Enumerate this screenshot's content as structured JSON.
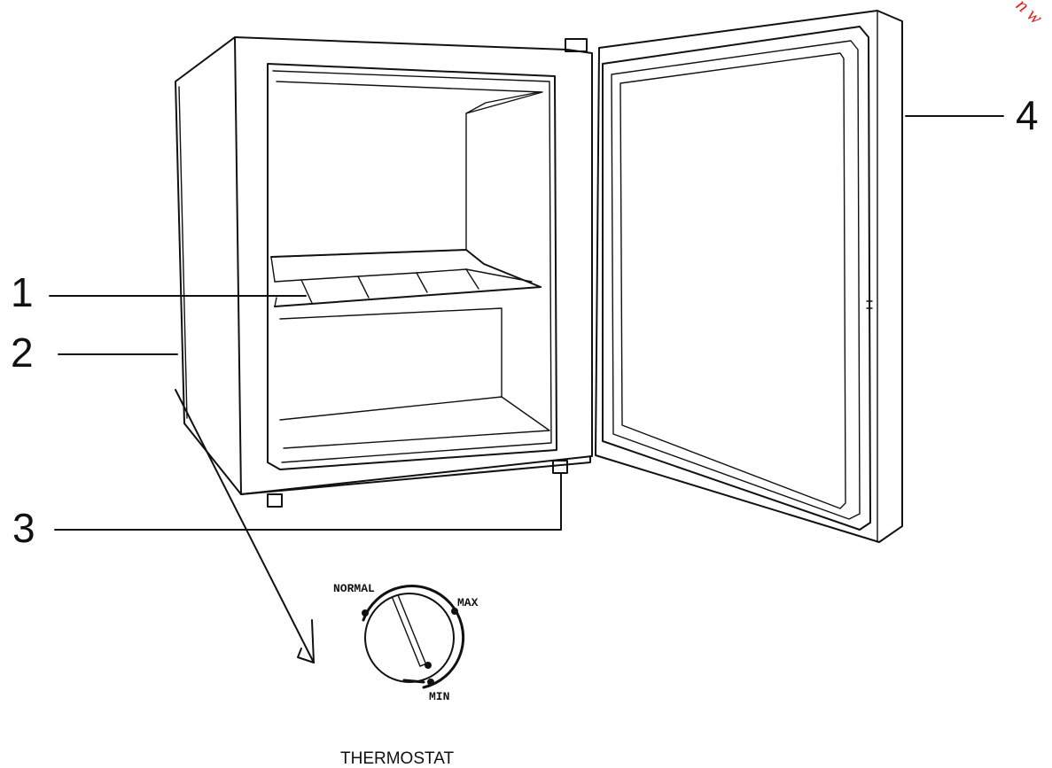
{
  "callouts": {
    "shelf": "1",
    "cabinet": "2",
    "feet": "3",
    "door": "4"
  },
  "thermostat": {
    "label_normal": "NORMAL",
    "label_max": "MAX",
    "label_min": "MIN",
    "caption": "THERMOSTAT"
  },
  "watermark": {
    "text": "n w"
  },
  "colors": {
    "line": "#111111",
    "watermark": "#e0251b"
  }
}
